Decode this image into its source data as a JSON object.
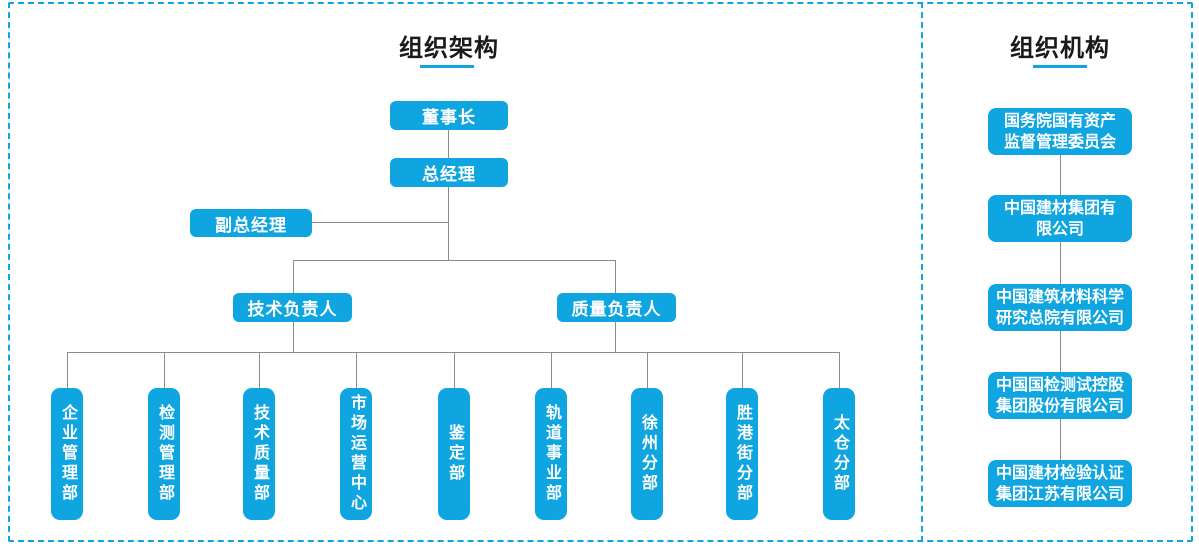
{
  "colors": {
    "accent": "#0ea5e0",
    "connector": "#8c8c8c",
    "title": "#1a1a1a"
  },
  "org_chart": {
    "title": "组织架构",
    "nodes": {
      "chairman": "董事长",
      "general_manager": "总经理",
      "deputy_general_manager": "副总经理",
      "technical_lead": "技术负责人",
      "quality_lead": "质量负责人"
    },
    "departments": [
      "企业管理部",
      "检测管理部",
      "技术质量部",
      "市场运营中心",
      "鉴定部",
      "轨道事业部",
      "徐州分部",
      "胜港街分部",
      "太仓分部"
    ]
  },
  "org_structure": {
    "title": "组织机构",
    "organizations": [
      {
        "line1": "国务院国有资产",
        "line2": "监督管理委员会"
      },
      {
        "line1": "中国建材集团有",
        "line2": "限公司"
      },
      {
        "line1": "中国建筑材料科学",
        "line2": "研究总院有限公司"
      },
      {
        "line1": "中国国检测试控股",
        "line2": "集团股份有限公司"
      },
      {
        "line1": "中国建材检验认证",
        "line2": "集团江苏有限公司"
      }
    ]
  }
}
